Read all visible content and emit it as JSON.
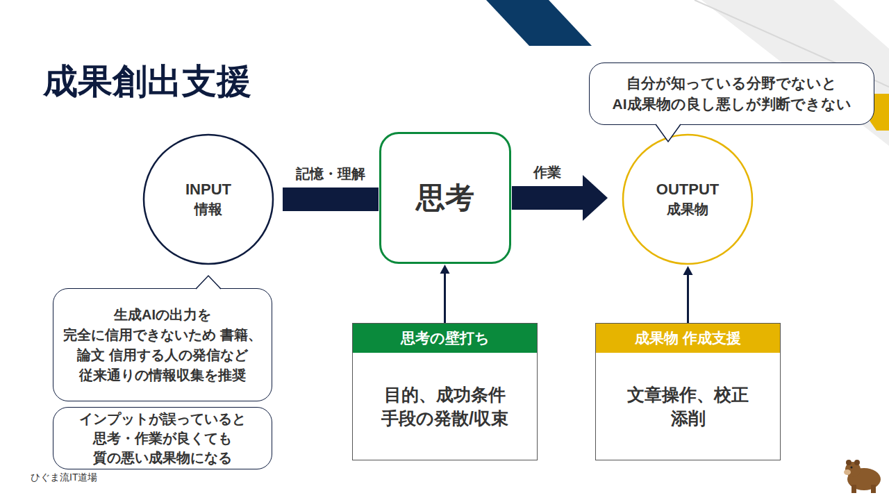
{
  "diagram": {
    "title": "成果創出支援",
    "nodes": [
      {
        "text": [
          "INPUT",
          "情報"
        ]
      },
      {
        "text": [
          "思考"
        ]
      },
      {
        "text": [
          "OUTPUT",
          "成果物"
        ]
      },
      {
        "text": [
          "自分が知っている分野でないと AI成果物の良し悪しが判断できない"
        ]
      },
      {
        "text": [
          "生成AIの出力を 完全に信用できないため 書籍、論文 信用する人の発信など 従来通りの情報収集を推奨"
        ]
      },
      {
        "text": [
          "インプットが誤っていると 思考・作業が良くても 質の悪い成果物になる"
        ]
      },
      {
        "text": [
          "思考の壁打ち",
          "目的、成功条件 手段の発散/収束"
        ]
      },
      {
        "text": [
          "成果物 作成支援",
          "文章操作、校正 添削"
        ]
      }
    ],
    "edges": [
      {
        "from": 0,
        "to": 1,
        "label": "記憶・理解",
        "arrow": "none"
      },
      {
        "from": 1,
        "to": 2,
        "label": "作業",
        "arrow": "to"
      },
      {
        "from": 6,
        "to": 1,
        "arrow": "to"
      },
      {
        "from": 7,
        "to": 2,
        "arrow": "to"
      }
    ],
    "labels": [
      "ひぐま流IT道場"
    ]
  }
}
